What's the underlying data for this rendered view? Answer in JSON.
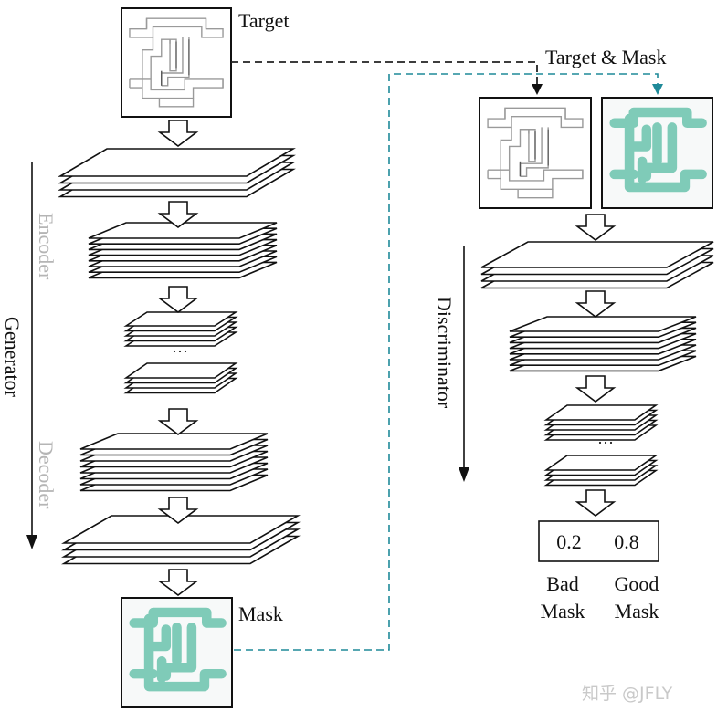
{
  "labels": {
    "target": "Target",
    "mask": "Mask",
    "target_and_mask": "Target & Mask",
    "generator": "Generator",
    "encoder": "Encoder",
    "decoder": "Decoder",
    "discriminator": "Discriminator",
    "ellipsis": "···",
    "score_bad": "0.2",
    "score_good": "0.8",
    "bad_line1": "Bad",
    "bad_line2": "Mask",
    "good_line1": "Good",
    "good_line2": "Mask",
    "watermark": "知乎 @JFLY"
  },
  "colors": {
    "line": "#111111",
    "teal": "#1f8a99",
    "mask_fill": "#7fcbb8",
    "maze_line": "#9a9a9a",
    "faded_text": "#b5b5b5"
  },
  "generator": {
    "stacks": [
      {
        "name": "enc-stack-1",
        "layers": 4
      },
      {
        "name": "enc-stack-2",
        "layers": 8
      },
      {
        "name": "enc-stack-3",
        "layers": 5
      },
      {
        "name": "enc-stack-4",
        "layers": 4
      },
      {
        "name": "dec-stack-1",
        "layers": 8
      },
      {
        "name": "dec-stack-2",
        "layers": 4
      }
    ]
  },
  "discriminator": {
    "stacks": [
      {
        "name": "disc-stack-1",
        "layers": 4
      },
      {
        "name": "disc-stack-2",
        "layers": 8
      },
      {
        "name": "disc-stack-3",
        "layers": 5
      },
      {
        "name": "disc-stack-4",
        "layers": 4
      }
    ]
  }
}
